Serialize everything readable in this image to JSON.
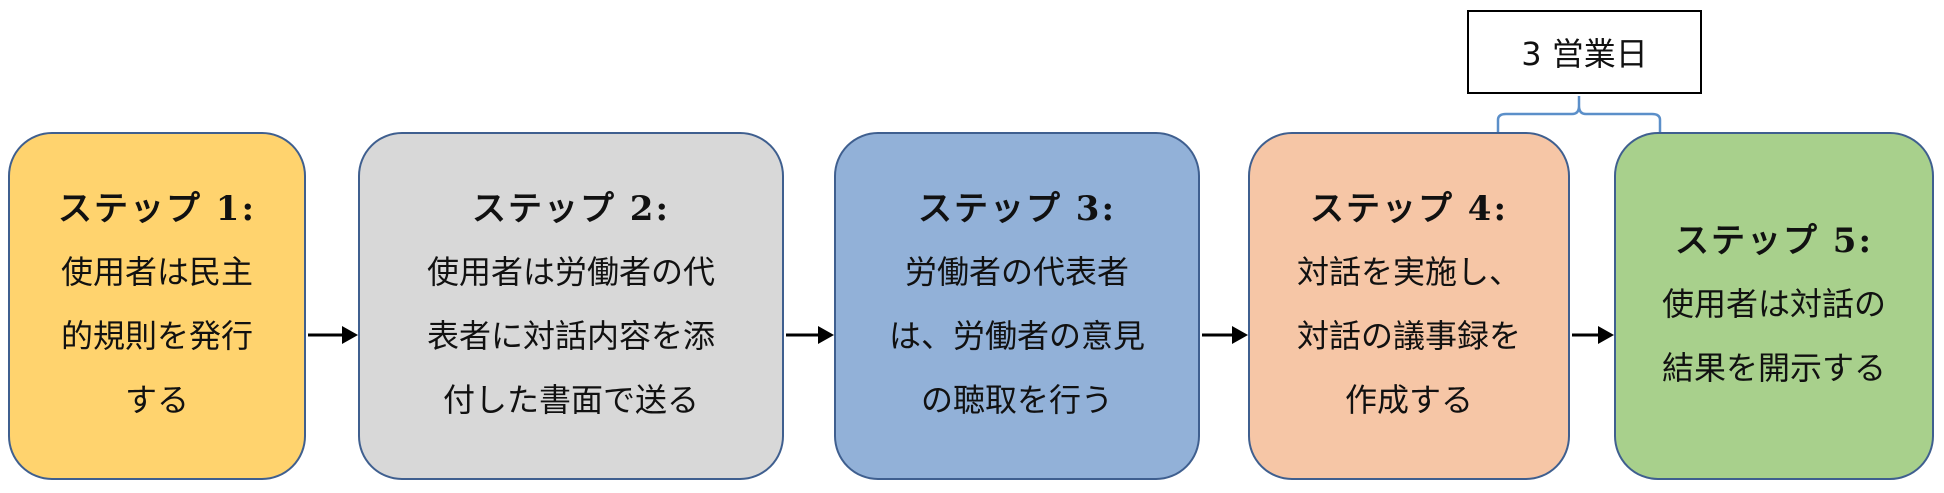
{
  "annotation": {
    "label": "3 営業日"
  },
  "steps": [
    {
      "title": "ステップ 1:",
      "lines": [
        "使用者は民主",
        "的規則を発行",
        "する"
      ],
      "color": "#ffd36e"
    },
    {
      "title": "ステップ 2:",
      "lines": [
        "使用者は労働者の代",
        "表者に対話内容を添",
        "付した書面で送る"
      ],
      "color": "#d8d8d8"
    },
    {
      "title": "ステップ 3:",
      "lines": [
        "労働者の代表者",
        "は、労働者の意見",
        "の聴取を行う"
      ],
      "color": "#92b1d8"
    },
    {
      "title": "ステップ 4:",
      "lines": [
        "対話を実施し、",
        "対話の議事録を",
        "作成する"
      ],
      "color": "#f6c6a6"
    },
    {
      "title": "ステップ 5:",
      "lines": [
        "使用者は対話の",
        "結果を開示する"
      ],
      "color": "#a8d08c"
    }
  ]
}
